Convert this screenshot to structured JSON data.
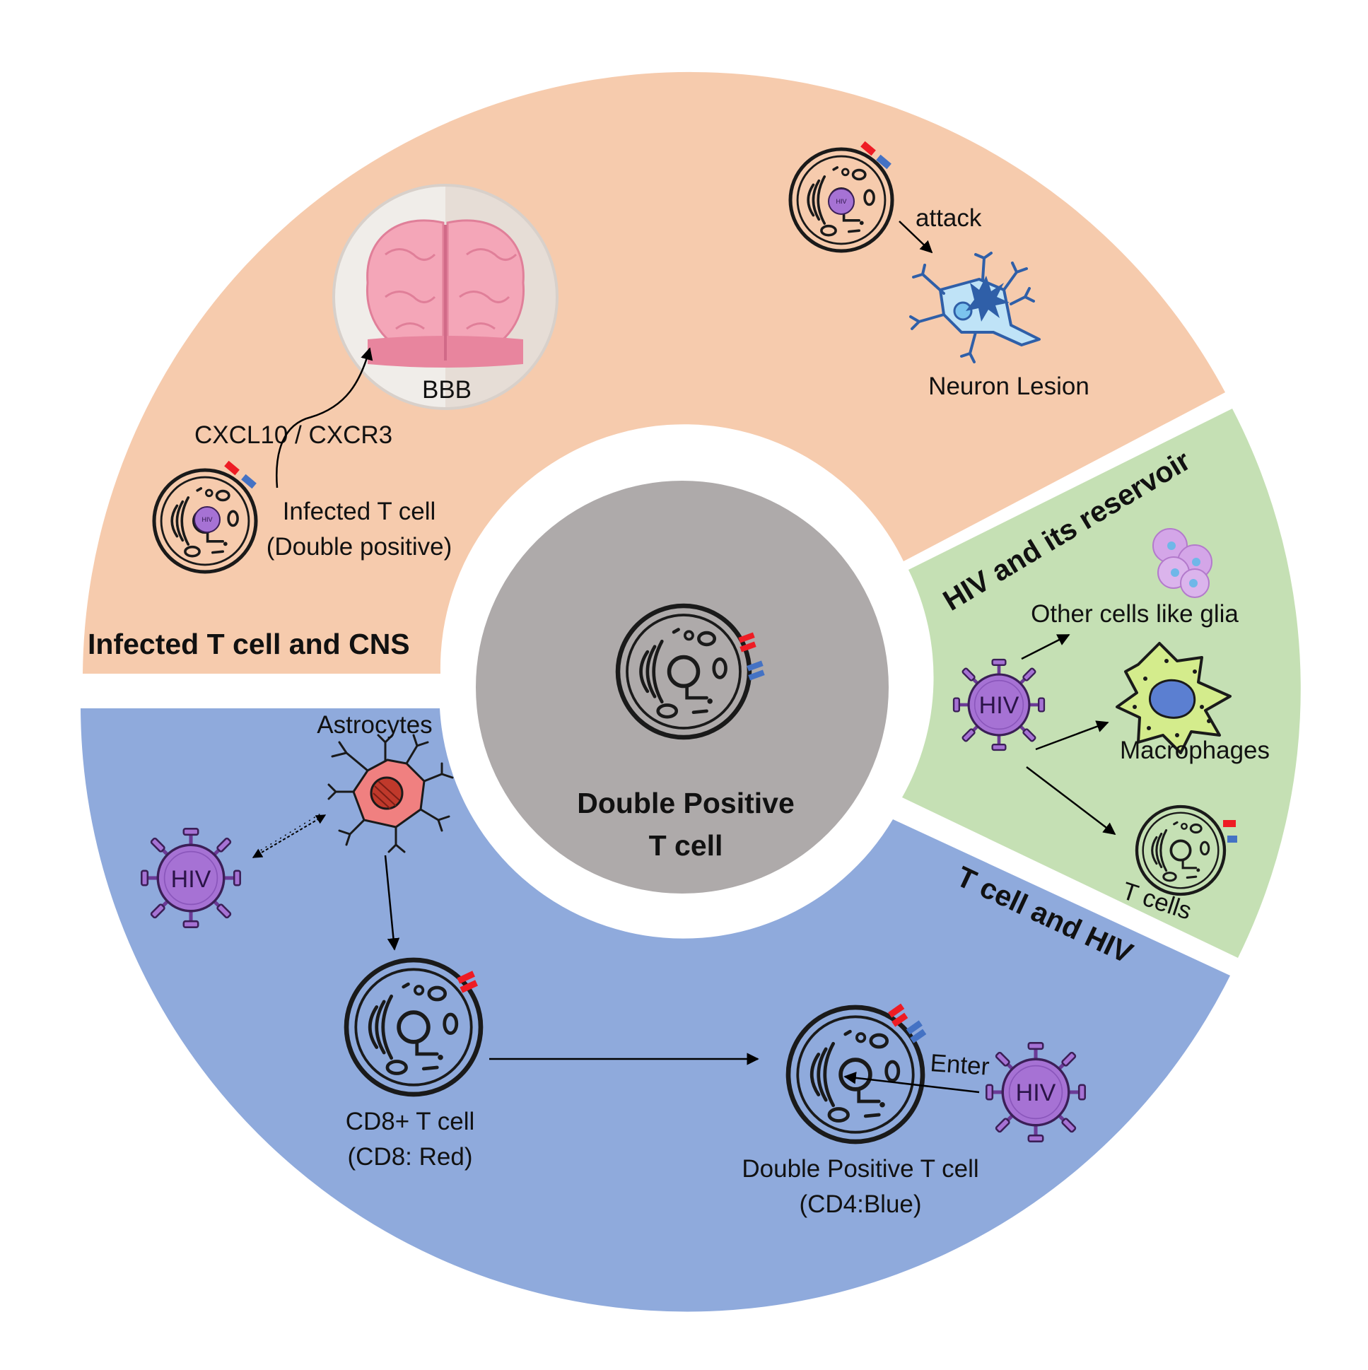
{
  "center": {
    "title_line1": "Double Positive",
    "title_line2": "T cell"
  },
  "sections": {
    "cns": {
      "title": "Infected T cell and CNS",
      "bbb_label": "BBB",
      "chemokine_label": "CXCL10 / CXCR3",
      "infected_cell_line1": "Infected T cell",
      "infected_cell_line2": "(Double positive)",
      "attack_label": "attack",
      "neuron_label": "Neuron Lesion",
      "cell_virus_label": "HIV"
    },
    "reservoir": {
      "title": "HIV and its reservoir",
      "virus_label": "HIV",
      "glia_label": "Other cells like glia",
      "macrophage_label": "Macrophages",
      "tcells_label": "T cells"
    },
    "thiv": {
      "title": "T cell and HIV",
      "astrocytes_label": "Astrocytes",
      "virus_label": "HIV",
      "cd8_line1": "CD8+ T cell",
      "cd8_line2": "(CD8: Red)",
      "dp_line1": "Double Positive T cell",
      "dp_line2": "(CD4:Blue)",
      "enter_label": "Enter",
      "virus2_label": "HIV"
    }
  },
  "colors": {
    "cns_sector": "#f6cbad",
    "reservoir_sector": "#c5e0b4",
    "thiv_sector": "#8faadc",
    "center_disc": "#aeaaaa",
    "cd8_marker": "#ee1c24",
    "cd4_marker": "#4472c4",
    "virus": "#a672d4",
    "virus_dark": "#6b3a96",
    "astrocyte": "#f08080",
    "neuron": "#bfe3f7",
    "macrophage": "#d4ec8c",
    "brain": "#f4a6b8"
  }
}
